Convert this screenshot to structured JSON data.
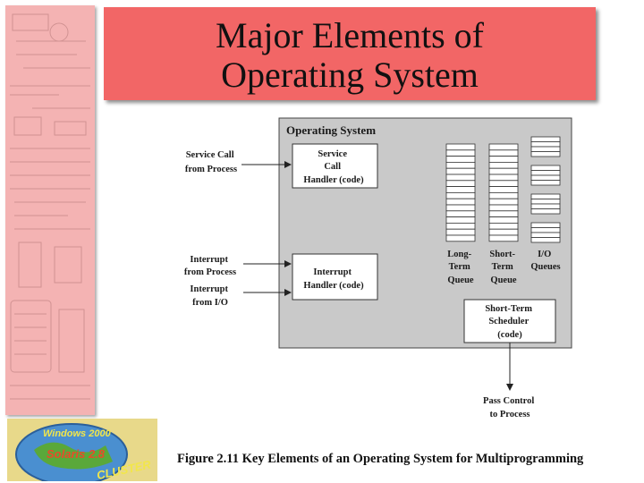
{
  "slide": {
    "title_line1": "Major Elements of",
    "title_line2": "Operating System",
    "caption": "Figure 2.11  Key Elements of an Operating System for Multiprogramming",
    "accent_color": "#f26666",
    "sidebar_color": "#f4b3b3"
  },
  "diagram": {
    "os_label": "Operating System",
    "service_call_input": [
      "Service Call",
      "from Process"
    ],
    "service_call_handler": [
      "Service",
      "Call",
      "Handler (code)"
    ],
    "interrupt_from_process": [
      "Interrupt",
      "from Process"
    ],
    "interrupt_from_io": [
      "Interrupt",
      "from I/O"
    ],
    "interrupt_handler": [
      "Interrupt",
      "Handler (code)"
    ],
    "long_term_queue": [
      "Long-",
      "Term",
      "Queue"
    ],
    "short_term_queue": [
      "Short-",
      "Term",
      "Queue"
    ],
    "io_queues": [
      "I/O",
      "Queues"
    ],
    "scheduler": [
      "Short-Term",
      "Scheduler",
      "(code)"
    ],
    "pass_control": [
      "Pass Control",
      "to Process"
    ]
  },
  "logo": {
    "text_top": "Windows 2000",
    "text_mid": "Solaris 2.8",
    "text_bottom": "CLUSTER"
  }
}
